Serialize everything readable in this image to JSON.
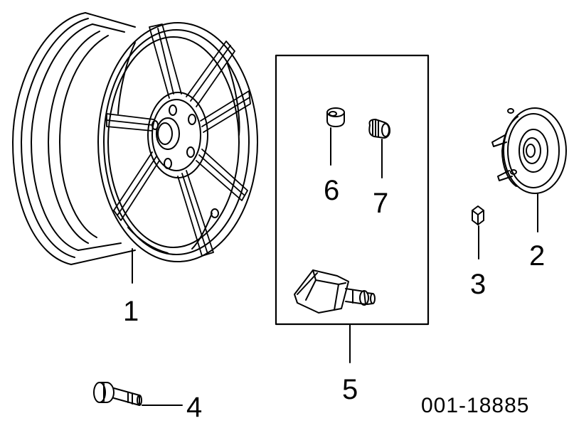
{
  "diagram": {
    "callouts": [
      {
        "id": "1",
        "label": "1",
        "part": "wheel"
      },
      {
        "id": "2",
        "label": "2",
        "part": "center-cap"
      },
      {
        "id": "3",
        "label": "3",
        "part": "cap-nut"
      },
      {
        "id": "4",
        "label": "4",
        "part": "valve-stem"
      },
      {
        "id": "5",
        "label": "5",
        "part": "tire-pressure-sensor-kit"
      },
      {
        "id": "6",
        "label": "6",
        "part": "sensor-grommet"
      },
      {
        "id": "7",
        "label": "7",
        "part": "valve-cap"
      }
    ],
    "reference_code": "001-18885"
  },
  "colors": {
    "line": "#000000",
    "background": "#ffffff"
  }
}
